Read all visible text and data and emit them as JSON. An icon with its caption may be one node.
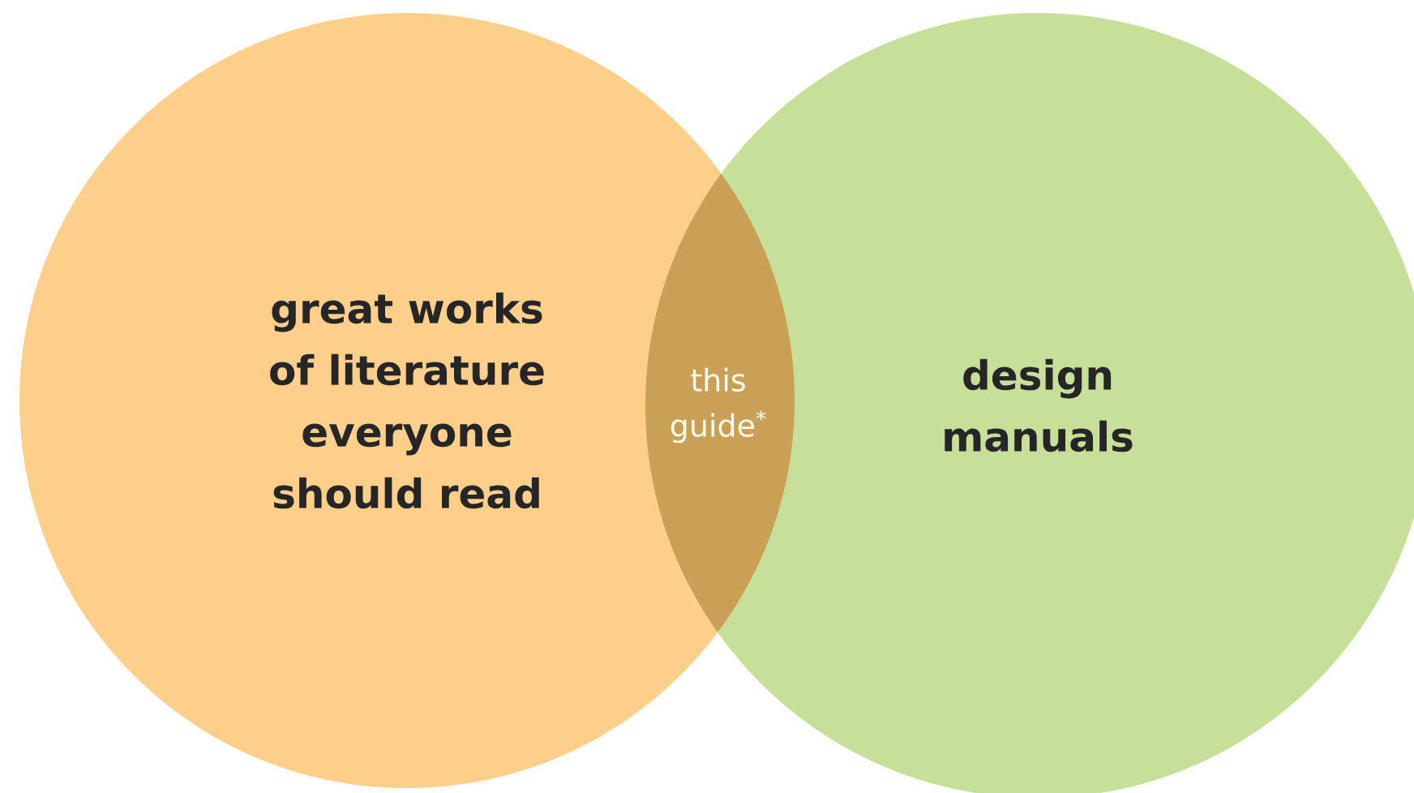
{
  "diagram": {
    "nodes": [
      {
        "text": [
          "great works of literature everyone should read"
        ]
      },
      {
        "text": [
          "design manuals"
        ]
      }
    ],
    "labels": [
      "this guide$^{*}$"
    ]
  }
}
